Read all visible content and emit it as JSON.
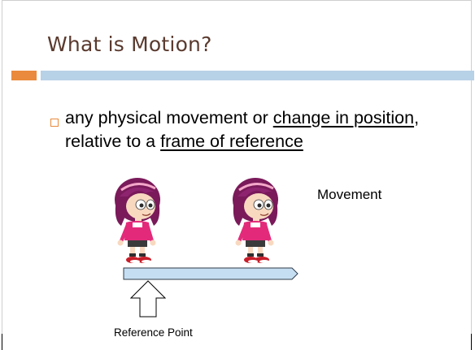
{
  "slide": {
    "title": "What is Motion?",
    "bullet": {
      "text_1": "any physical movement or ",
      "link_1": "change in position",
      "text_2": ", relative to a ",
      "link_2": "frame of reference"
    },
    "diagram": {
      "movement_label": "Movement",
      "reference_label": "Reference Point",
      "icon_girl": "cartoon-girl-icon",
      "icon_arrow": "up-arrow-icon"
    }
  },
  "colors": {
    "title": "#5a3a2e",
    "accent": "#e98a3c",
    "band": "#b7d1e6",
    "track": "#c6def2",
    "hair": "#7a1a5a",
    "shirt": "#e32a7a"
  }
}
